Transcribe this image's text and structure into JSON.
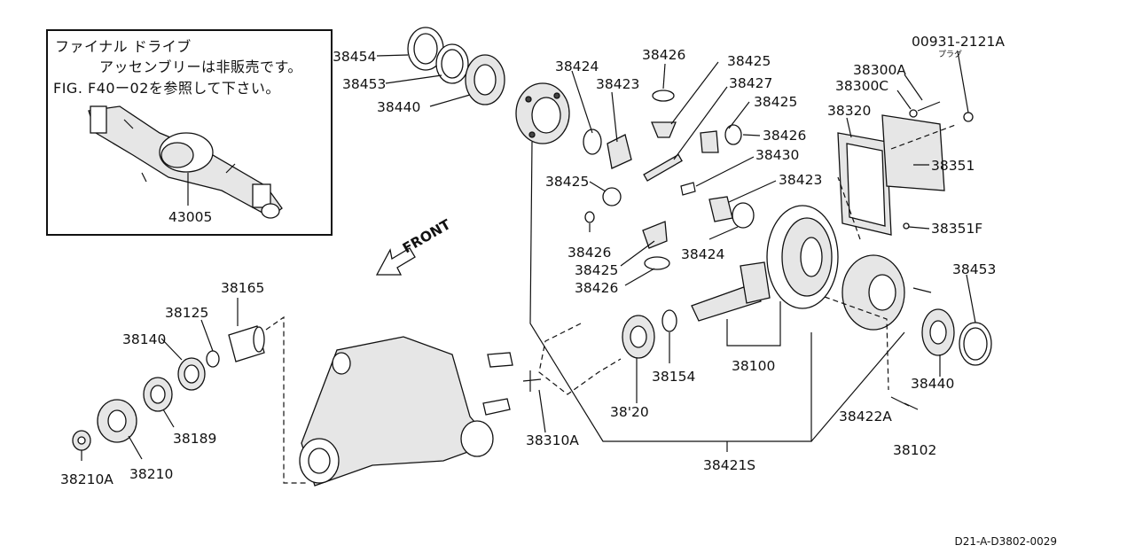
{
  "note": {
    "line1": "ファイナル ドライブ",
    "line2": "アッセンブリーは非販売です。",
    "line3": "FIG. F40ー02を参照して下さい。",
    "assembly_label": "43005"
  },
  "front_label": "FRONT",
  "drawing_code": "D21-A-D3802-0029",
  "plug_label": "プラグ",
  "parts": {
    "p38454": "38454",
    "p38453a": "38453",
    "p38440a": "38440",
    "p38424a": "38424",
    "p38423a": "38423",
    "p38426a": "38426",
    "p38425a": "38425",
    "p38427": "38427",
    "p38425b": "38425",
    "p38426b": "38426",
    "p38430": "38430",
    "p38425c": "38425",
    "p38423b": "38423",
    "p38426c": "38426",
    "p38424b": "38424",
    "p38425d": "38425",
    "p38426d": "38426",
    "p00931": "00931-2121A",
    "p38300a": "38300A",
    "p38300c": "38300C",
    "p38320": "38320",
    "p38351": "38351",
    "p38351f": "38351F",
    "p38453b": "38453",
    "p38440b": "38440",
    "p38422a": "38422A",
    "p38102": "38102",
    "p38100": "38100",
    "p38154": "38154",
    "p38120": "38'20",
    "p38310a": "38310A",
    "p38421s": "38421S",
    "p38165": "38165",
    "p38125": "38125",
    "p38140": "38140",
    "p38189": "38189",
    "p38210": "38210",
    "p38210a": "38210A"
  }
}
